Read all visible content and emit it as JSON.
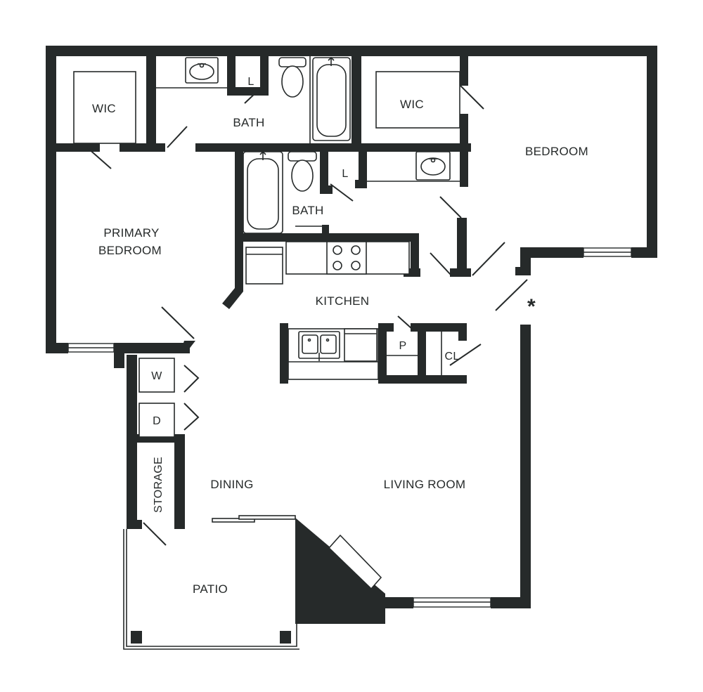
{
  "rooms": {
    "wic_primary": "WIC",
    "bath_primary": "BATH",
    "l_primary": "L",
    "wic_secondary": "WIC",
    "bedroom": "BEDROOM",
    "bath_secondary": "BATH",
    "l_secondary": "L",
    "primary_bedroom_line1": "PRIMARY",
    "primary_bedroom_line2": "BEDROOM",
    "kitchen": "KITCHEN",
    "pantry": "P",
    "closet": "CL",
    "washer": "W",
    "dryer": "D",
    "storage": "STORAGE",
    "dining": "DINING",
    "living_room": "LIVING ROOM",
    "patio": "PATIO"
  },
  "entry_marker": "*",
  "colors": {
    "wall": "#262a2a",
    "background": "#ffffff"
  }
}
